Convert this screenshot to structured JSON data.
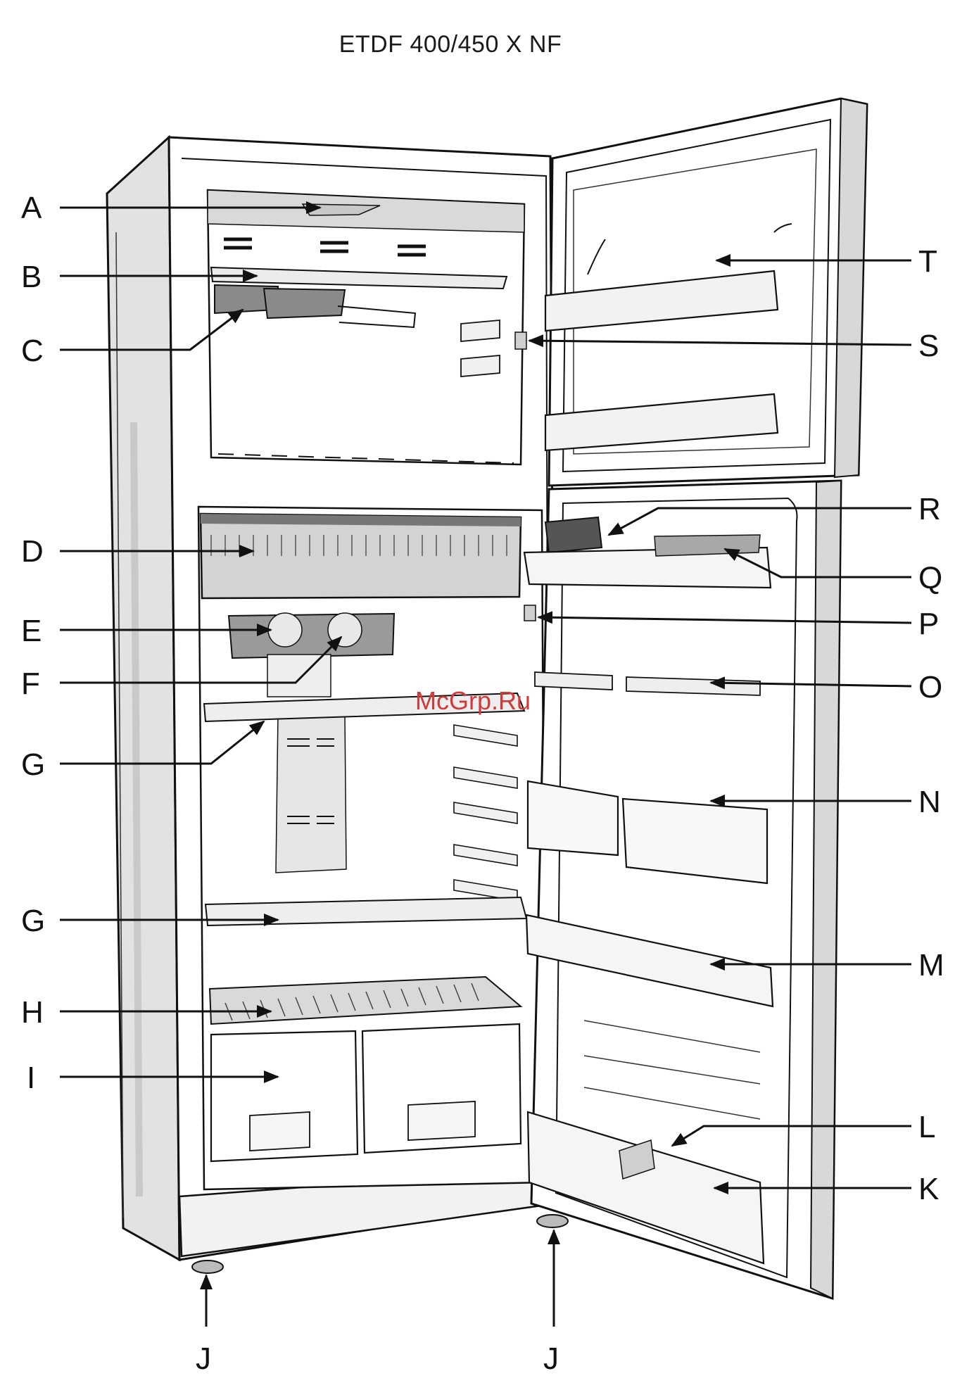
{
  "title": "ETDF 400/450 X NF",
  "watermark": "McGrp.Ru",
  "labels": {
    "A": "A",
    "B": "B",
    "C": "C",
    "D": "D",
    "E": "E",
    "F": "F",
    "G1": "G",
    "G2": "G",
    "H": "H",
    "I": "I",
    "J1": "J",
    "J2": "J",
    "K": "K",
    "L": "L",
    "M": "M",
    "N": "N",
    "O": "O",
    "P": "P",
    "Q": "Q",
    "R": "R",
    "S": "S",
    "T": "T"
  },
  "colors": {
    "line": "#111111",
    "shade": "#d8d8d8",
    "dark": "#7a7a7a",
    "watermark": "#d23a3a"
  }
}
